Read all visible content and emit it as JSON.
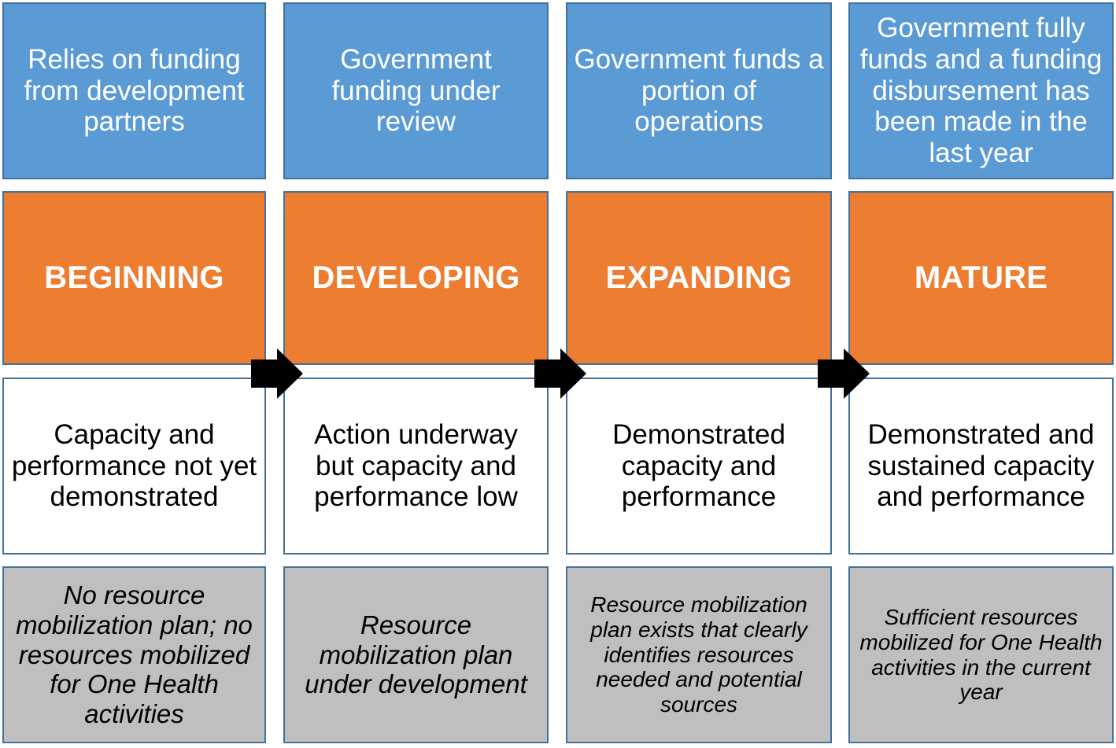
{
  "colors": {
    "attribute_row_bg": "#5B9BD5",
    "stage_row_bg": "#ED7D31",
    "capacity_row_bg": "#FFFFFF",
    "resource_row_bg": "#BFBFBF",
    "border": "#41719C",
    "arrow": "#000000",
    "light_text": "#FFFFFF",
    "dark_text": "#000000"
  },
  "chart_data": {
    "type": "table",
    "title": "",
    "categories": [
      "BEGINNING",
      "DEVELOPING",
      "EXPANDING",
      "MATURE"
    ],
    "row_labels": [
      "funding_attribute",
      "stage",
      "capacity_performance",
      "resource_mobilization"
    ],
    "rows": [
      [
        "Relies on funding from development partners",
        "Government funding under review",
        "Government funds a portion of operations",
        "Government fully funds and a funding disbursement has been made in the last year"
      ],
      [
        "BEGINNING",
        "DEVELOPING",
        "EXPANDING",
        "MATURE"
      ],
      [
        "Capacity and performance not yet demonstrated",
        "Action underway but capacity and performance low",
        "Demonstrated capacity and performance",
        "Demonstrated and sustained capacity and performance"
      ],
      [
        "No resource mobilization plan; no resources mobilized for One Health activities",
        "Resource mobilization plan under development",
        "Resource mobilization plan exists that clearly identifies resources needed and potential sources",
        "Sufficient resources mobilized for One Health activities in the current year"
      ]
    ]
  },
  "columns": [
    {
      "stage": "BEGINNING",
      "funding": "Relies on funding from development partners",
      "capacity": "Capacity and performance not yet demonstrated",
      "resource": "No resource mobilization plan; no resources mobilized for One Health activities"
    },
    {
      "stage": "DEVELOPING",
      "funding": "Government funding under review",
      "capacity": "Action underway but capacity and performance low",
      "resource": "Resource mobilization plan under development"
    },
    {
      "stage": "EXPANDING",
      "funding": "Government funds a portion of operations",
      "capacity": "Demonstrated capacity and performance",
      "resource": "Resource mobilization plan exists that clearly identifies resources needed and potential sources"
    },
    {
      "stage": "MATURE",
      "funding": "Government fully funds and a funding disbursement has been made in the last year",
      "capacity": "Demonstrated and sustained capacity and performance",
      "resource": "Sufficient resources mobilized for One Health activities in the current year"
    }
  ],
  "arrows": [
    {
      "name": "progression-arrow-1"
    },
    {
      "name": "progression-arrow-2"
    },
    {
      "name": "progression-arrow-3"
    }
  ]
}
